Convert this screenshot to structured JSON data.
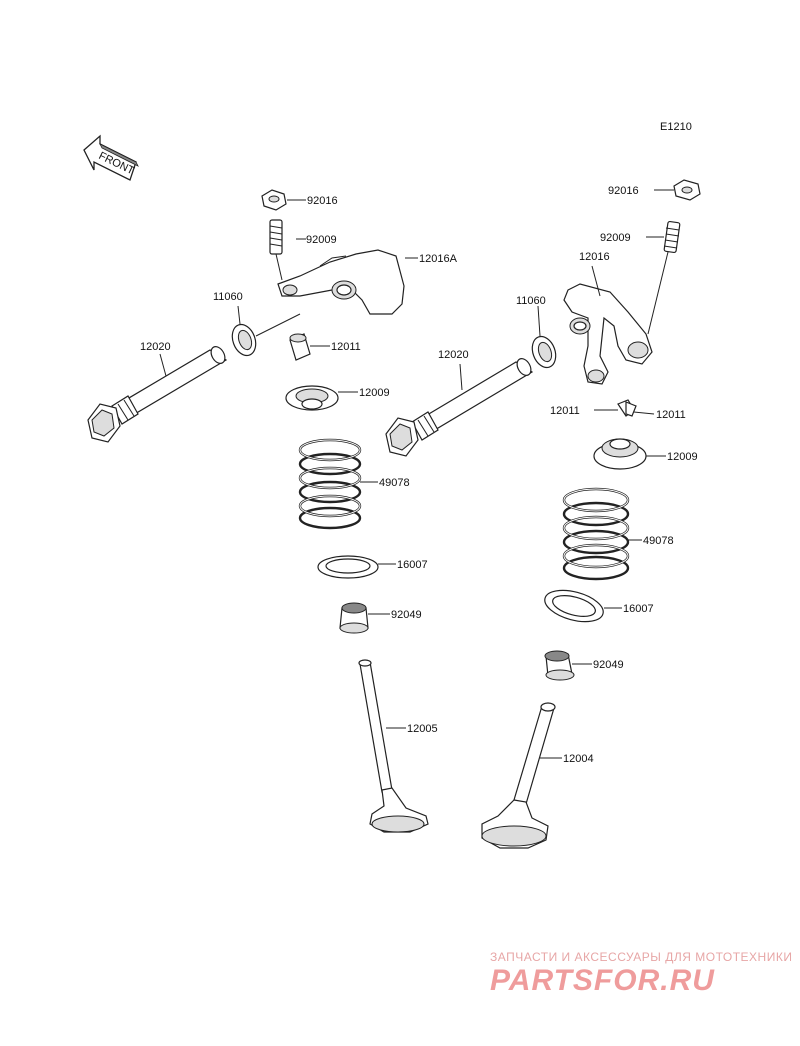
{
  "diagram_code": "E1210",
  "front_label": "FRONT",
  "labels": {
    "nut_left": "92016",
    "nut_right": "92016",
    "adjuster_left": "92009",
    "adjuster_right": "92009",
    "rocker_left": "12016A",
    "rocker_right": "12016",
    "oring_left": "11060",
    "oring_right": "11060",
    "shaft_left": "12020",
    "shaft_right": "12020",
    "cotter_left": "12011",
    "cotter_right_a": "12011",
    "cotter_right_b": "12011",
    "retainer_left": "12009",
    "retainer_right": "12009",
    "spring_left": "49078",
    "spring_right": "49078",
    "seat_left": "16007",
    "seat_right": "16007",
    "seal_left": "92049",
    "seal_right": "92049",
    "valve_exhaust": "12005",
    "valve_intake": "12004"
  },
  "watermark": {
    "tagline": "ЗАПЧАСТИ И АКСЕССУАРЫ ДЛЯ МОТОТЕХНИКИ",
    "logo": "PARTSFOR.RU"
  }
}
